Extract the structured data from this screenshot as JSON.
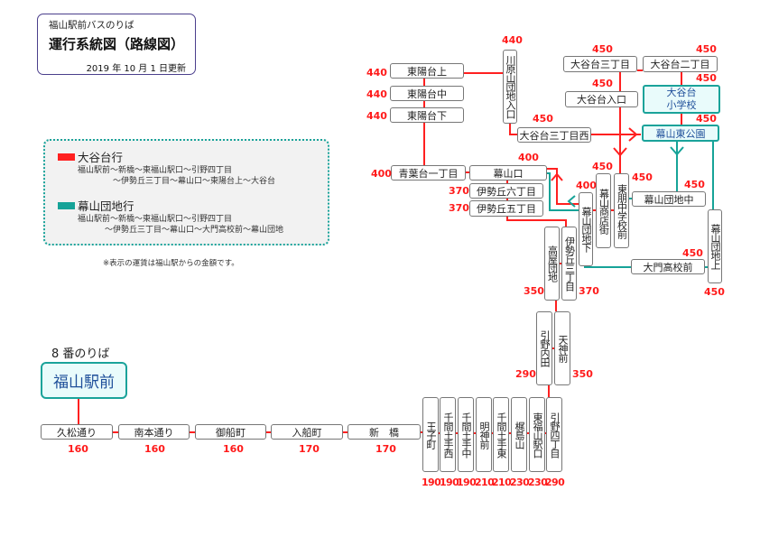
{
  "header": {
    "subtitle": "福山駅前バスのりば",
    "title": "運行系統図（路線図）",
    "updated": "2019 年 10 月 1 日更新"
  },
  "legend": {
    "routes": [
      {
        "name": "大谷台行",
        "color": "#ff2020",
        "path_line1": "福山駅前～新橋～東福山駅口～引野四丁目",
        "path_line2": "～伊勢丘三丁目～幕山口～東陽台上～大谷台"
      },
      {
        "name": "幕山団地行",
        "color": "#16a398",
        "path_line1": "福山駅前～新橋～東福山駅口～引野四丁目",
        "path_line2": "～伊勢丘三丁目～幕山口～大門高校前～幕山団地"
      }
    ],
    "note": "※表示の運賃は福山駅からの金額です。"
  },
  "platform": "8 番のりば",
  "origin": "福山駅前",
  "stops": {
    "hisamatsu": {
      "name": "久松通り",
      "fare": "160"
    },
    "minamimoto": {
      "name": "南本通り",
      "fare": "160"
    },
    "mifune": {
      "name": "御船町",
      "fare": "160"
    },
    "irifune": {
      "name": "入船町",
      "fare": "170"
    },
    "shinbashi": {
      "name": "新　橋",
      "fare": "170"
    },
    "ojicho": {
      "name": "王子町",
      "fare": "190"
    },
    "senmadote_nishi": {
      "name": "千間土手西",
      "fare": "190"
    },
    "senmadote_naka": {
      "name": "千間土手中",
      "fare": "190"
    },
    "myojinmae": {
      "name": "明神前",
      "fare": "210"
    },
    "senmadote_higashi": {
      "name": "千間土手東",
      "fare": "210"
    },
    "kajishimayama": {
      "name": "梶島山",
      "fare": "230"
    },
    "higashifukuyama": {
      "name": "東福山駅口",
      "fare": "230"
    },
    "hikino4": {
      "name": "引野四丁目",
      "fare": "290"
    },
    "hikinouchida": {
      "name": "引野内田",
      "fare": "290"
    },
    "tenjinmae": {
      "name": "天神前",
      "fare": "350"
    },
    "takaya": {
      "name": "高屋団地",
      "fare": "350"
    },
    "isegaoka3": {
      "name": "伊勢丘三丁目",
      "fare": "370"
    },
    "isegaoka5": {
      "name": "伊勢丘五丁目",
      "fare": "370"
    },
    "isegaoka6": {
      "name": "伊勢丘六丁目",
      "fare": "370"
    },
    "makuyamaguchi": {
      "name": "幕山口",
      "fare": "400"
    },
    "aobadai1": {
      "name": "青葉台一丁目",
      "fare": "400"
    },
    "toyodai_shita": {
      "name": "東陽台下",
      "fare": "440"
    },
    "toyodai_naka": {
      "name": "東陽台中",
      "fare": "440"
    },
    "toyodai_ue": {
      "name": "東陽台上",
      "fare": "440"
    },
    "kawarayama": {
      "name": "川原山団地入口",
      "fare": "440"
    },
    "otanidai3nishi": {
      "name": "大谷台三丁目西",
      "fare": "450"
    },
    "otanidai3": {
      "name": "大谷台三丁目",
      "fare": "450"
    },
    "otanidai2": {
      "name": "大谷台二丁目",
      "fare": "450"
    },
    "otanidai_iriguchi": {
      "name": "大谷台入口",
      "fare": "450"
    },
    "otanidai_school": {
      "name": "大谷台\n小学校",
      "fare": "450"
    },
    "makuyama_higashi_park": {
      "name": "幕山東公園",
      "fare": "450"
    },
    "makuyama_shotengai": {
      "name": "幕山商店街",
      "fare": "450"
    },
    "toho_jhs": {
      "name": "東朋中学校前",
      "fare": "450"
    },
    "makuyama_danchi_shita": {
      "name": "幕山団地下",
      "fare": "400"
    },
    "makuyama_danchi_naka": {
      "name": "幕山団地中",
      "fare": "450"
    },
    "daimon_hs": {
      "name": "大門高校前",
      "fare": "450"
    },
    "makuyama_danchi_ue": {
      "name": "幕山団地上",
      "fare": "450"
    }
  },
  "colors": {
    "red": "#ff2020",
    "teal": "#16a398"
  }
}
